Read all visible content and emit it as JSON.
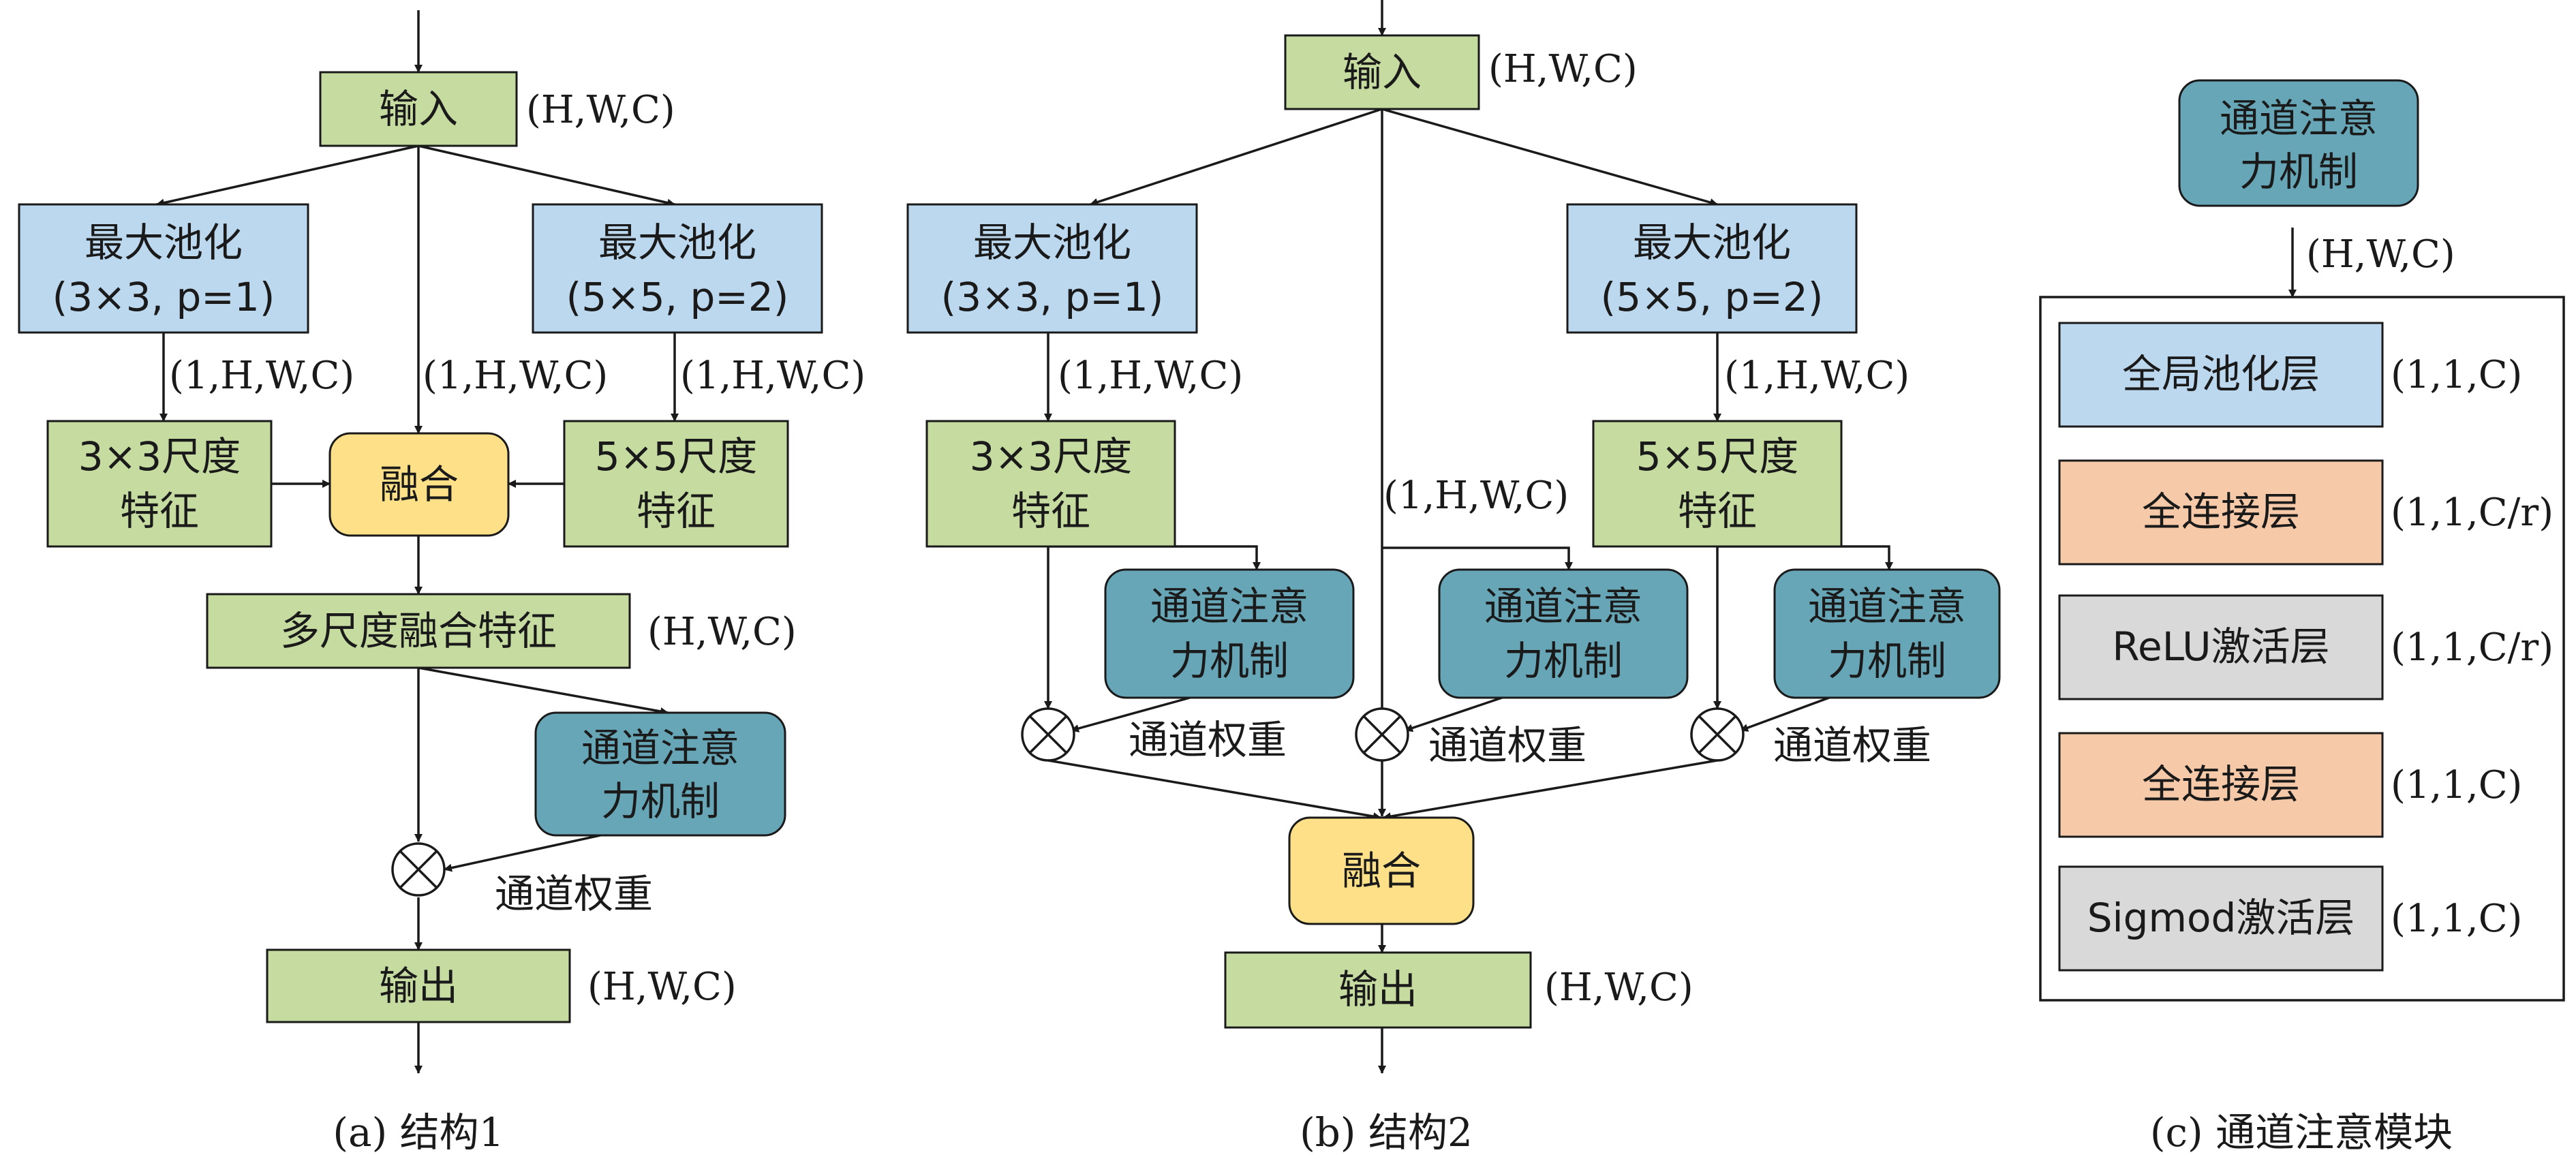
{
  "colors": {
    "green": "#c5dba0",
    "blue": "#bcd8ef",
    "yellow": "#fde087",
    "teal": "#66a6b7",
    "orange": "#f6c9a8",
    "gray": "#d9d9d9"
  },
  "panel_a": {
    "input": "输入",
    "input_dim": "(H,W,C)",
    "pool_left_line1": "最大池化",
    "pool_left_line2": "(3×3, p=1)",
    "pool_right_line1": "最大池化",
    "pool_right_line2": "(5×5, p=2)",
    "dim_left": "(1,H,W,C)",
    "dim_mid": "(1,H,W,C)",
    "dim_right": "(1,H,W,C)",
    "feat_left_line1": "3×3尺度",
    "feat_left_line2": "特征",
    "fuse": "融合",
    "feat_right_line1": "5×5尺度",
    "feat_right_line2": "特征",
    "multi": "多尺度融合特征",
    "multi_dim": "(H,W,C)",
    "attn_line1": "通道注意",
    "attn_line2": "力机制",
    "weight": "通道权重",
    "output": "输出",
    "output_dim": "(H,W,C)",
    "caption": "(a) 结构1"
  },
  "panel_b": {
    "input": "输入",
    "input_dim": "(H,W,C)",
    "pool_left_line1": "最大池化",
    "pool_left_line2": "(3×3, p=1)",
    "pool_right_line1": "最大池化",
    "pool_right_line2": "(5×5, p=2)",
    "dim_left": "(1,H,W,C)",
    "dim_mid": "(1,H,W,C)",
    "dim_right": "(1,H,W,C)",
    "feat_left_line1": "3×3尺度",
    "feat_left_line2": "特征",
    "feat_right_line1": "5×5尺度",
    "feat_right_line2": "特征",
    "attn_line1": "通道注意",
    "attn_line2": "力机制",
    "weight1": "通道权重",
    "weight2": "通道权重",
    "weight3": "通道权重",
    "fuse": "融合",
    "output": "输出",
    "output_dim": "(H,W,C)",
    "caption": "(b) 结构2"
  },
  "panel_c": {
    "top_line1": "通道注意",
    "top_line2": "力机制",
    "top_dim": "(H,W,C)",
    "layers": [
      {
        "label": "全局池化层",
        "dim": "(1,1,C)"
      },
      {
        "label": "全连接层",
        "dim": "(1,1,C/r)"
      },
      {
        "label": "ReLU激活层",
        "dim": "(1,1,C/r)"
      },
      {
        "label": "全连接层",
        "dim": "(1,1,C)"
      },
      {
        "label": "Sigmod激活层",
        "dim": "(1,1,C)"
      }
    ],
    "caption": "(c) 通道注意模块"
  }
}
